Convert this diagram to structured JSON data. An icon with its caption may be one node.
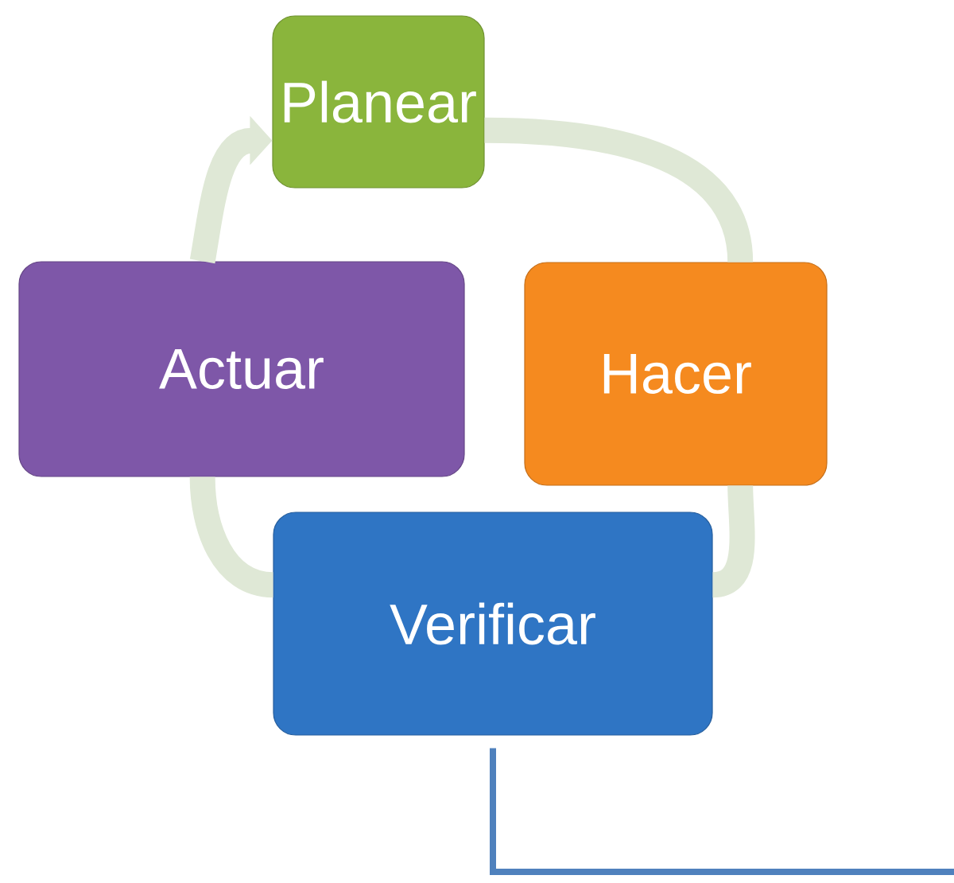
{
  "diagram": {
    "nodes": [
      {
        "text": [
          "Planear"
        ]
      },
      {
        "text": [
          "Actuar"
        ]
      },
      {
        "text": [
          "Hacer"
        ]
      },
      {
        "text": [
          "Verificar"
        ]
      }
    ],
    "edges": [
      {
        "from": 0,
        "to": 2,
        "arrow": "none"
      },
      {
        "from": 2,
        "to": 3,
        "arrow": "none"
      },
      {
        "from": 3,
        "to": 1,
        "arrow": "none"
      },
      {
        "from": 1,
        "to": 0,
        "arrow": "to"
      },
      {
        "from": 3,
        "to": null,
        "arrow": "none",
        "color": "#4f81bd"
      }
    ]
  }
}
